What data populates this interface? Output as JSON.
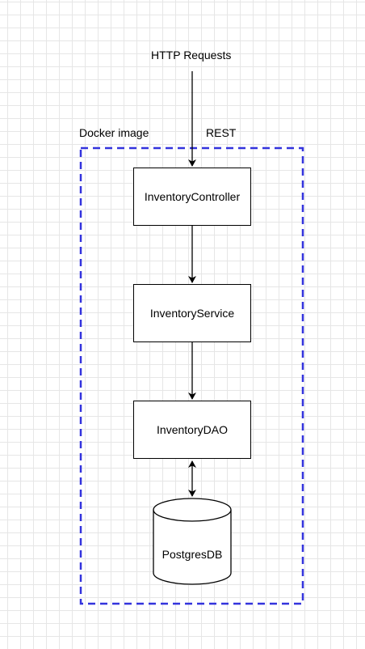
{
  "diagram": {
    "input_label": "HTTP Requests",
    "container_label": "Docker image",
    "protocol_label": "REST",
    "nodes": {
      "controller": "InventoryController",
      "service": "InventoryService",
      "dao": "InventoryDAO",
      "database": "PostgresDB"
    },
    "colors": {
      "container_border": "#3333dd",
      "stroke": "#000000",
      "grid": "#e6e6e6"
    }
  }
}
